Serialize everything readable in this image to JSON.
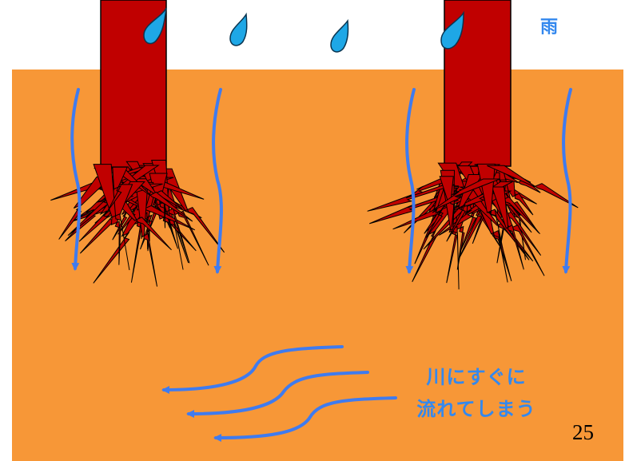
{
  "colors": {
    "soil": "#F79737",
    "trunk": "#C00000",
    "roots": "#C00000",
    "water": "#3F7BEF",
    "rain_drop": "#1EA7E6",
    "label": "#3388EE"
  },
  "labels": {
    "rain": "雨",
    "flow_line1": "川にすぐに",
    "flow_line2": "流れてしまう"
  },
  "page_number": "25"
}
